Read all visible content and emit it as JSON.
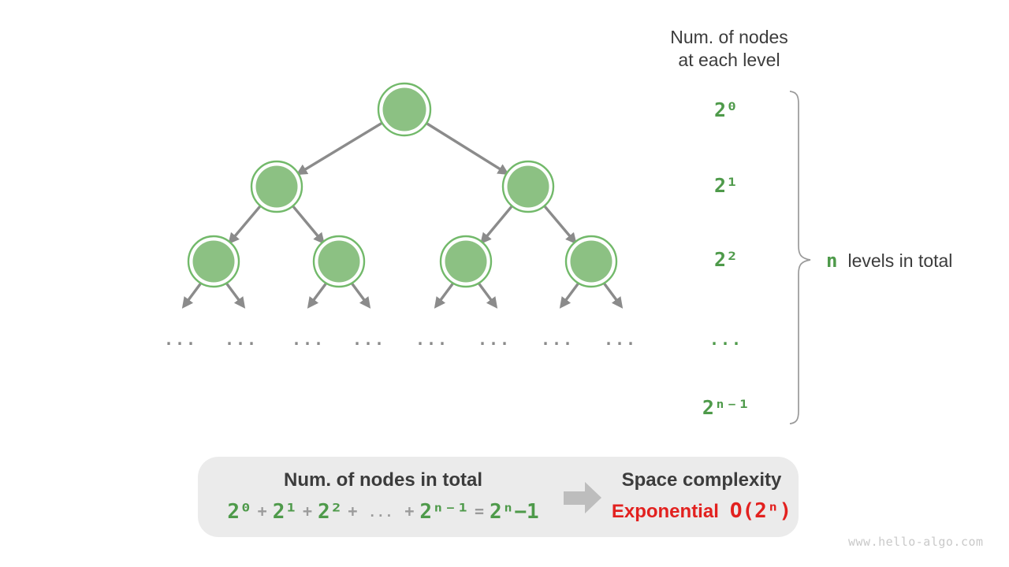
{
  "colors": {
    "node-fill": "#8cc183",
    "node-ring": "#72b96a",
    "edge": "#8b8b8b",
    "green": "#4e9a4a",
    "dark": "#3c3c3c",
    "gray-op": "#9b9b9b",
    "red": "#e2211f",
    "box-bg": "#ebebeb",
    "block-arrow": "#bdbdbd",
    "brace": "#9a9a9a",
    "ellipsis": "#8a8a8a",
    "watermark": "#c9c9c9"
  },
  "header": {
    "line1": "Num. of nodes",
    "line2": "at each level"
  },
  "level_labels": [
    "2⁰",
    "2¹",
    "2²",
    "...",
    "2ⁿ⁻¹"
  ],
  "brace_label": {
    "n": "n",
    "rest": "levels in total"
  },
  "tree": {
    "ellipsis": "..."
  },
  "summary_box": {
    "left_title": "Num. of nodes in total",
    "formula": {
      "t0": "2⁰",
      "t1": "2¹",
      "t2": "2²",
      "t3": "2ⁿ⁻¹",
      "plus": "+",
      "dots": "...",
      "equals": "=",
      "result": "2ⁿ−1"
    },
    "right_title": "Space complexity",
    "complexity_word": "Exponential",
    "complexity_big_o": "O(2ⁿ)"
  },
  "watermark": "www.hello-algo.com"
}
